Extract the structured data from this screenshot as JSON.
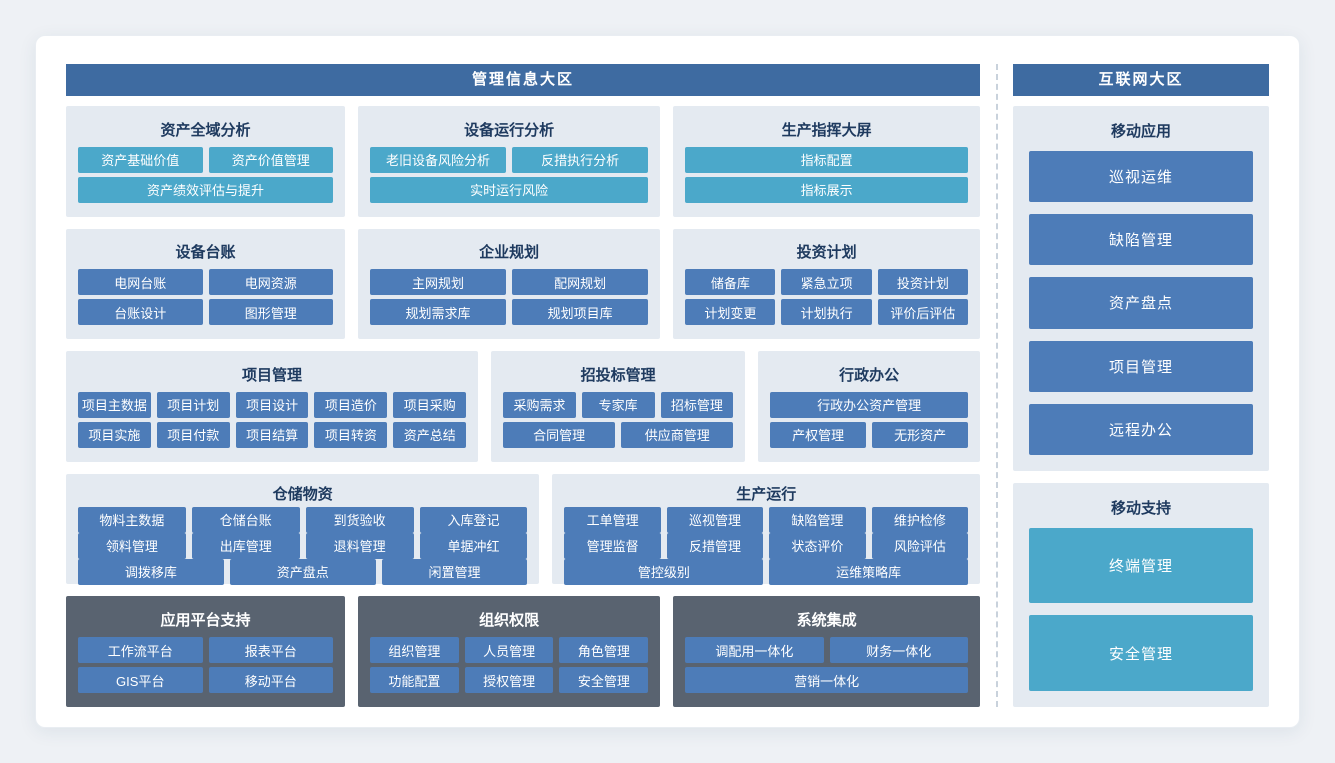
{
  "colors": {
    "zone_header_bg": "#3e6ba1",
    "section_bg": "#e4eaf1",
    "section_dark_bg": "#596370",
    "button_blue": "#4d7cb8",
    "button_teal": "#4ba8ca",
    "title_text": "#1e3a5f",
    "card_bg": "#ffffff",
    "page_bg": "#eef1f5"
  },
  "zones": {
    "left": {
      "header": "管理信息大区",
      "rows": [
        {
          "sections": [
            {
              "id": "asset-global-analysis",
              "title": "资产全域分析",
              "theme": "light",
              "button_style": "teal",
              "flex": 275,
              "rows": [
                [
                  "资产基础价值",
                  "资产价值管理"
                ],
                [
                  "资产绩效评估与提升"
                ]
              ]
            },
            {
              "id": "equipment-operation-analysis",
              "title": "设备运行分析",
              "theme": "light",
              "button_style": "teal",
              "flex": 300,
              "rows": [
                [
                  "老旧设备风险分析",
                  "反措执行分析"
                ],
                [
                  "实时运行风险"
                ]
              ]
            },
            {
              "id": "production-command-screen",
              "title": "生产指挥大屏",
              "theme": "light",
              "button_style": "teal",
              "flex": 305,
              "rows": [
                [
                  "指标配置"
                ],
                [
                  "指标展示"
                ]
              ]
            }
          ]
        },
        {
          "sections": [
            {
              "id": "equipment-ledger",
              "title": "设备台账",
              "theme": "light",
              "button_style": "blue",
              "flex": 275,
              "rows": [
                [
                  "电网台账",
                  "电网资源"
                ],
                [
                  "台账设计",
                  "图形管理"
                ]
              ]
            },
            {
              "id": "enterprise-planning",
              "title": "企业规划",
              "theme": "light",
              "button_style": "blue",
              "flex": 300,
              "rows": [
                [
                  "主网规划",
                  "配网规划"
                ],
                [
                  "规划需求库",
                  "规划项目库"
                ]
              ]
            },
            {
              "id": "investment-plan",
              "title": "投资计划",
              "theme": "light",
              "button_style": "blue",
              "flex": 305,
              "rows": [
                [
                  "储备库",
                  "紧急立项",
                  "投资计划"
                ],
                [
                  "计划变更",
                  "计划执行",
                  "评价后评估"
                ]
              ]
            }
          ]
        },
        {
          "sections": [
            {
              "id": "project-management",
              "title": "项目管理",
              "theme": "light",
              "button_style": "blue",
              "flex": 420,
              "rows": [
                [
                  "项目主数据",
                  "项目计划",
                  "项目设计",
                  "项目造价",
                  "项目采购"
                ],
                [
                  "项目实施",
                  "项目付款",
                  "项目结算",
                  "项目转资",
                  "资产总结"
                ]
              ]
            },
            {
              "id": "bidding-management",
              "title": "招投标管理",
              "theme": "light",
              "button_style": "blue",
              "flex": 249,
              "rows": [
                [
                  "采购需求",
                  "专家库",
                  "招标管理"
                ],
                [
                  "合同管理",
                  "供应商管理"
                ]
              ]
            },
            {
              "id": "administrative-office",
              "title": "行政办公",
              "theme": "light",
              "button_style": "blue",
              "flex": 214,
              "rows": [
                [
                  "行政办公资产管理"
                ],
                [
                  "产权管理",
                  "无形资产"
                ]
              ]
            }
          ]
        },
        {
          "sections": [
            {
              "id": "warehouse-materials",
              "title": "仓储物资",
              "theme": "light",
              "button_style": "blue",
              "flex": 470,
              "rows": [
                [
                  "物料主数据",
                  "仓储台账",
                  "到货验收",
                  "入库登记"
                ],
                [
                  "领料管理",
                  "出库管理",
                  "退料管理",
                  "单据冲红"
                ],
                [
                  "调拨移库",
                  "资产盘点",
                  "闲置管理"
                ]
              ]
            },
            {
              "id": "production-operation",
              "title": "生产运行",
              "theme": "light",
              "button_style": "blue",
              "flex": 422,
              "rows": [
                [
                  "工单管理",
                  "巡视管理",
                  "缺陷管理",
                  "维护检修"
                ],
                [
                  "管理监督",
                  "反措管理",
                  "状态评价",
                  "风险评估"
                ],
                [
                  "管控级别",
                  "运维策略库"
                ]
              ]
            }
          ]
        },
        {
          "sections": [
            {
              "id": "application-platform-support",
              "title": "应用平台支持",
              "theme": "dark",
              "button_style": "blue",
              "flex": 275,
              "rows": [
                [
                  "工作流平台",
                  "报表平台"
                ],
                [
                  "GIS平台",
                  "移动平台"
                ]
              ]
            },
            {
              "id": "organization-permissions",
              "title": "组织权限",
              "theme": "dark",
              "button_style": "blue",
              "flex": 300,
              "rows": [
                [
                  "组织管理",
                  "人员管理",
                  "角色管理"
                ],
                [
                  "功能配置",
                  "授权管理",
                  "安全管理"
                ]
              ]
            },
            {
              "id": "system-integration",
              "title": "系统集成",
              "theme": "dark",
              "button_style": "blue",
              "flex": 305,
              "rows": [
                [
                  "调配用一体化",
                  "财务一体化"
                ],
                [
                  "营销一体化"
                ]
              ]
            }
          ]
        }
      ]
    },
    "right": {
      "header": "互联网大区",
      "sections": [
        {
          "id": "mobile-applications",
          "title": "移动应用",
          "button_style": "blue",
          "flex": 375,
          "items": [
            "巡视运维",
            "缺陷管理",
            "资产盘点",
            "项目管理",
            "远程办公"
          ]
        },
        {
          "id": "mobile-support",
          "title": "移动支持",
          "button_style": "teal",
          "flex": 220,
          "items": [
            "终端管理",
            "安全管理"
          ]
        }
      ]
    }
  }
}
